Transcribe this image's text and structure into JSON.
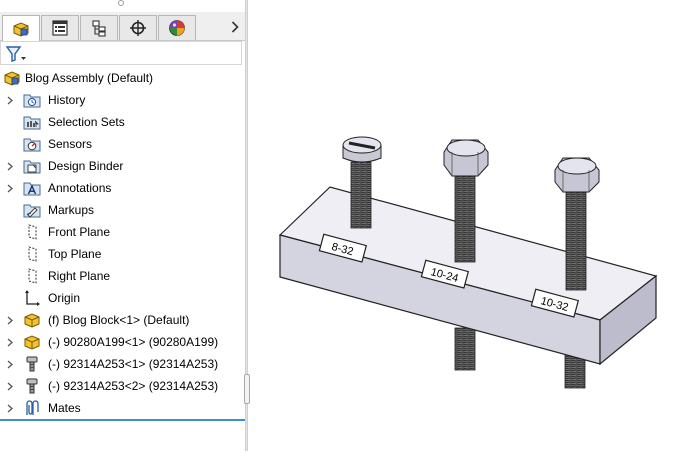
{
  "tree": {
    "root_label": "Blog Assembly  (Default)",
    "items": [
      {
        "label": "History",
        "icon": "history-folder-icon",
        "expandable": true
      },
      {
        "label": "Selection Sets",
        "icon": "selection-sets-icon",
        "expandable": false
      },
      {
        "label": "Sensors",
        "icon": "sensors-icon",
        "expandable": false
      },
      {
        "label": "Design Binder",
        "icon": "design-binder-icon",
        "expandable": true
      },
      {
        "label": "Annotations",
        "icon": "annotations-icon",
        "expandable": true
      },
      {
        "label": "Markups",
        "icon": "markups-icon",
        "expandable": false
      },
      {
        "label": "Front Plane",
        "icon": "plane-icon",
        "expandable": false
      },
      {
        "label": "Top Plane",
        "icon": "plane-icon",
        "expandable": false
      },
      {
        "label": "Right Plane",
        "icon": "plane-icon",
        "expandable": false
      },
      {
        "label": "Origin",
        "icon": "origin-icon",
        "expandable": false
      },
      {
        "label": "(f) Blog Block<1> (Default)",
        "icon": "part-icon",
        "expandable": true
      },
      {
        "label": "(-) 90280A199<1> (90280A199)",
        "icon": "part-icon",
        "expandable": true
      },
      {
        "label": "(-) 92314A253<1> (92314A253)",
        "icon": "screw-part-icon",
        "expandable": true
      },
      {
        "label": "(-) 92314A253<2> (92314A253)",
        "icon": "screw-part-icon",
        "expandable": true
      },
      {
        "label": "Mates",
        "icon": "mates-icon",
        "expandable": true
      }
    ]
  },
  "tabs": [
    {
      "name": "featuremanager-tab",
      "icon": "assembly-tree-icon",
      "active": true
    },
    {
      "name": "propertymanager-tab",
      "icon": "property-list-icon",
      "active": false
    },
    {
      "name": "configurationmanager-tab",
      "icon": "configuration-icon",
      "active": false
    },
    {
      "name": "dimxpertmanager-tab",
      "icon": "crosshair-icon",
      "active": false
    },
    {
      "name": "displaymanager-tab",
      "icon": "appearance-sphere-icon",
      "active": false
    }
  ],
  "model": {
    "engravings": [
      "8-32",
      "10-24",
      "10-32"
    ]
  },
  "colors": {
    "selection_underline": "#3b8fd6",
    "part_yellow": "#f2c230",
    "folder_blue": "#6f8fb5"
  }
}
